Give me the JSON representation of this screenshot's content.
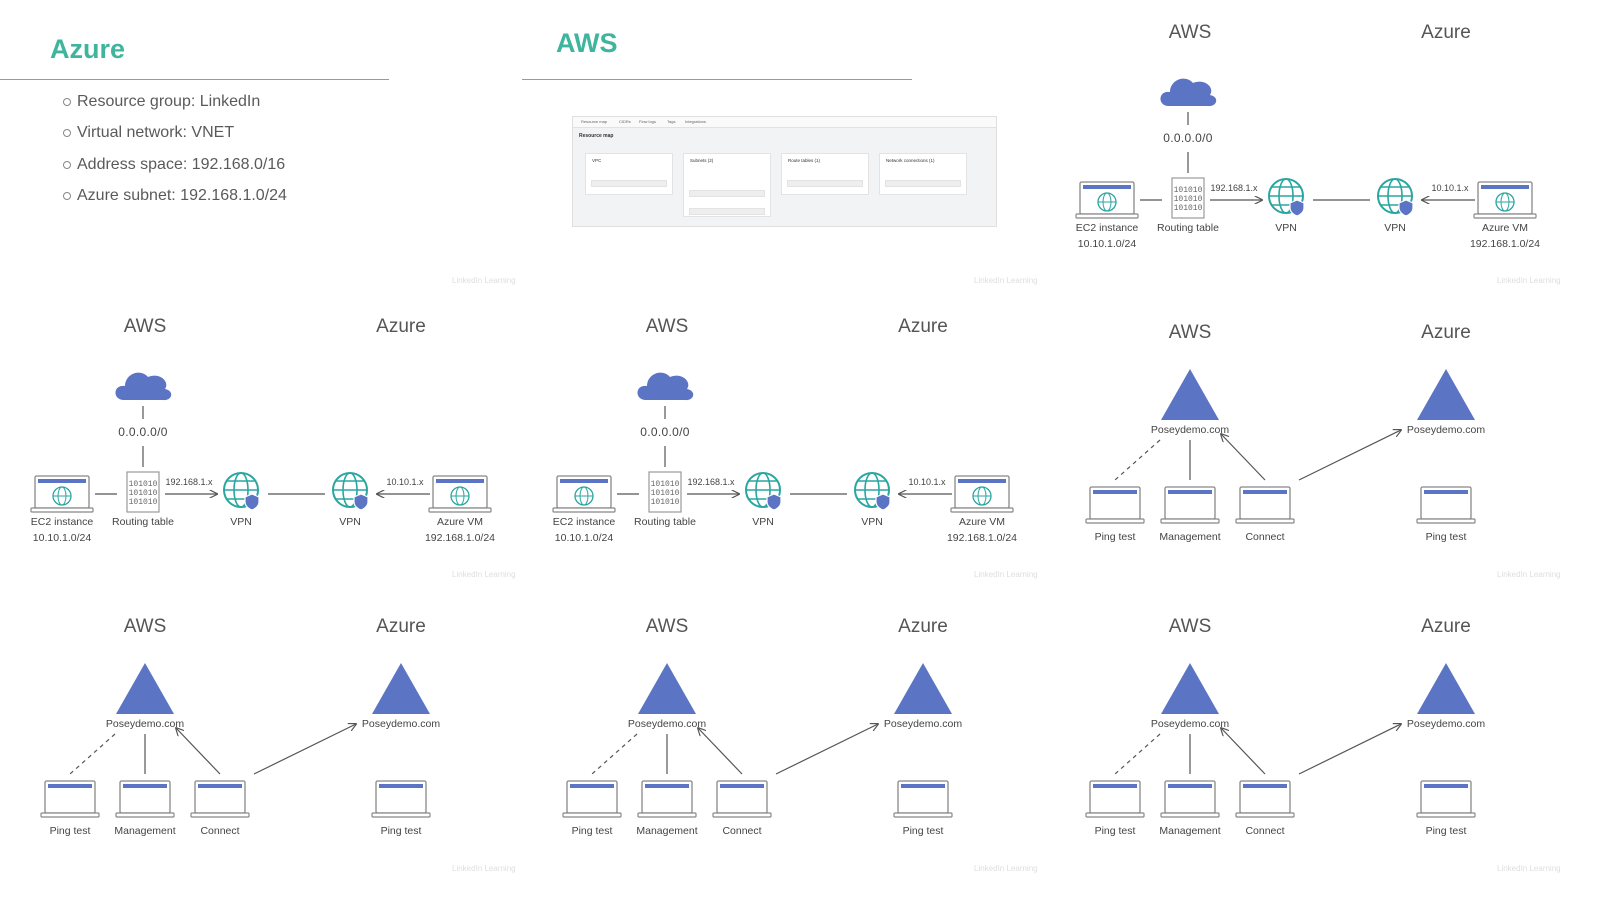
{
  "colors": {
    "accent": "#3fb59d",
    "node_blue": "#5b74c4",
    "globe_green": "#2aa6a0",
    "line": "#555555"
  },
  "azure_slide": {
    "title": "Azure",
    "bullets": [
      "Resource group: LinkedIn",
      "Virtual network: VNET",
      "Address space: 192.168.0/16",
      "Azure subnet: 192.168.1.0/24"
    ]
  },
  "aws_slide": {
    "title": "AWS",
    "screenshot": {
      "tabs": [
        "Resource map",
        "CIDRs",
        "Flow logs",
        "Tags",
        "Integrations"
      ],
      "heading": "Resource map",
      "cards": [
        "VPC",
        "Subnets (2)",
        "Route tables (1)",
        "Network connections (1)"
      ]
    }
  },
  "vpn_diagram": {
    "aws": "AWS",
    "azure": "Azure",
    "internet": "0.0.0.0/0",
    "ec2_label": "EC2 instance",
    "ec2_subnet": "10.10.1.0/24",
    "routing_table": "Routing table",
    "aws_link_ip": "192.168.1.x",
    "vpn": "VPN",
    "azure_link_ip": "10.10.1.x",
    "azure_vm_label": "Azure VM",
    "azure_vm_subnet": "192.168.1.0/24",
    "icons": [
      "cloud-icon",
      "laptop-icon",
      "binary-file-icon",
      "globe-shield-icon"
    ]
  },
  "dns_diagram": {
    "aws": "AWS",
    "azure": "Azure",
    "domain": "Poseydemo.com",
    "ping_test": "Ping test",
    "management": "Management",
    "connect": "Connect",
    "icons": [
      "triangle-icon",
      "laptop-icon"
    ]
  },
  "watermark": "LinkedIn Learning"
}
